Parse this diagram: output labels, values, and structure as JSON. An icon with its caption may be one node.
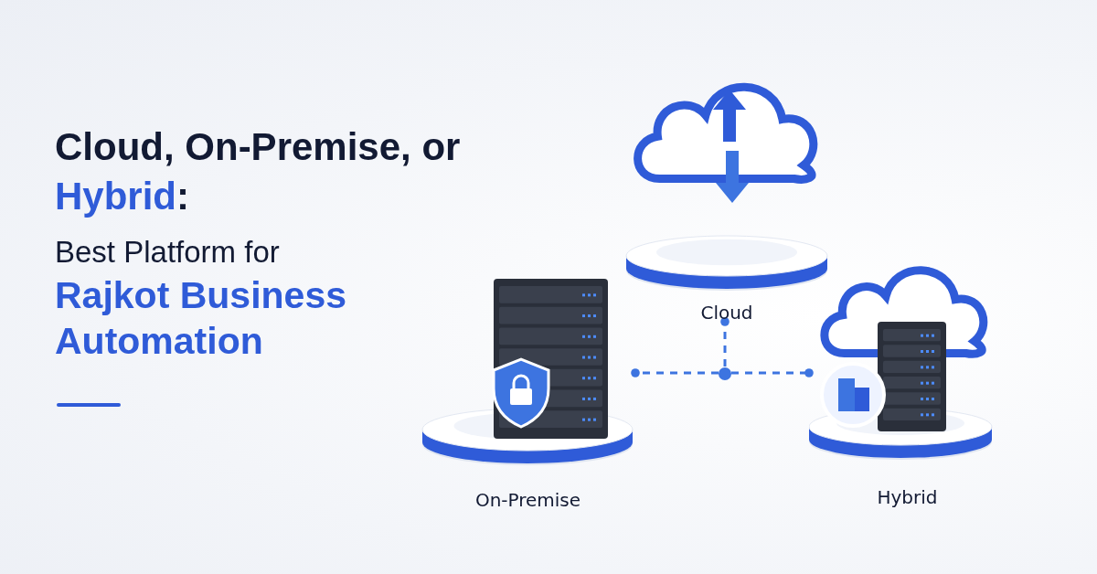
{
  "diagram": {
    "title": "Cloud, On-Premise, or *Hybrid*:",
    "caption": "Best Platform for **Rajkot Business Automation**",
    "nodes": [
      {
        "text": [
          "Cloud"
        ]
      },
      {
        "text": [
          "On-Premise"
        ]
      },
      {
        "text": [
          "Hybrid"
        ]
      },
      {
        "text": [],
        "shape": "circle"
      }
    ],
    "edges": [
      {
        "from": 3,
        "to": 0,
        "arrow": "other",
        "style": "dashed"
      },
      {
        "from": 3,
        "to": 1,
        "arrow": "other",
        "style": "dashed"
      },
      {
        "from": 3,
        "to": 2,
        "arrow": "other",
        "style": "dashed"
      }
    ]
  }
}
